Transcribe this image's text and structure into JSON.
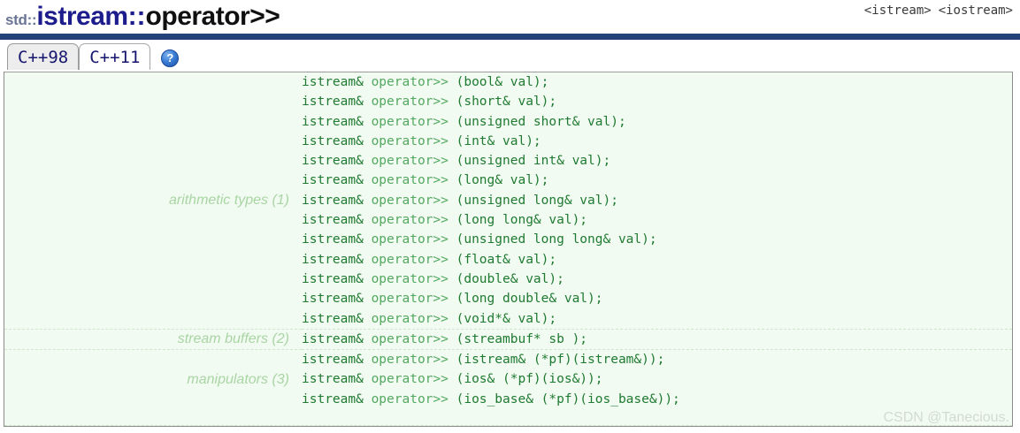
{
  "header": {
    "namespace": "std::",
    "class_name": "istream",
    "scope_separator": "::",
    "member_name": "operator>>",
    "links": [
      {
        "label": "<istream>",
        "name": "istream-header-link"
      },
      {
        "label": "<iostream>",
        "name": "iostream-header-link"
      }
    ]
  },
  "tabs": [
    {
      "label": "C++98",
      "active": false
    },
    {
      "label": "C++11",
      "active": true
    }
  ],
  "help_icon": {
    "glyph": "?",
    "name": "help-icon",
    "color": "#2f6fc9"
  },
  "colors": {
    "rule_blue": "#25417a",
    "title_class_blue": "#1c1c8c",
    "title_namespace_grey": "#6a7494",
    "panel_background": "#f2fbf1",
    "signature_green": "#1f7a32",
    "operator_green": "#53a861",
    "group_label_green": "#a9d5a4",
    "panel_border": "#8c8c8c",
    "separator_dashed": "#cfe7cd",
    "watermark_grey": "#d2dbd2"
  },
  "groups": [
    {
      "label": "arithmetic types (1)",
      "signatures": [
        "istream& operator>> (bool& val);",
        "istream& operator>> (short& val);",
        "istream& operator>> (unsigned short& val);",
        "istream& operator>> (int& val);",
        "istream& operator>> (unsigned int& val);",
        "istream& operator>> (long& val);",
        "istream& operator>> (unsigned long& val);",
        "istream& operator>> (long long& val);",
        "istream& operator>> (unsigned long long& val);",
        "istream& operator>> (float& val);",
        "istream& operator>> (double& val);",
        "istream& operator>> (long double& val);",
        "istream& operator>> (void*& val);"
      ]
    },
    {
      "label": "stream buffers (2)",
      "signatures": [
        "istream& operator>> (streambuf* sb );"
      ]
    },
    {
      "label": "manipulators (3)",
      "signatures": [
        "istream& operator>> (istream& (*pf)(istream&));",
        "istream& operator>> (ios& (*pf)(ios&));",
        "istream& operator>> (ios_base& (*pf)(ios_base&));"
      ]
    }
  ],
  "watermark": "CSDN @Tanecious."
}
